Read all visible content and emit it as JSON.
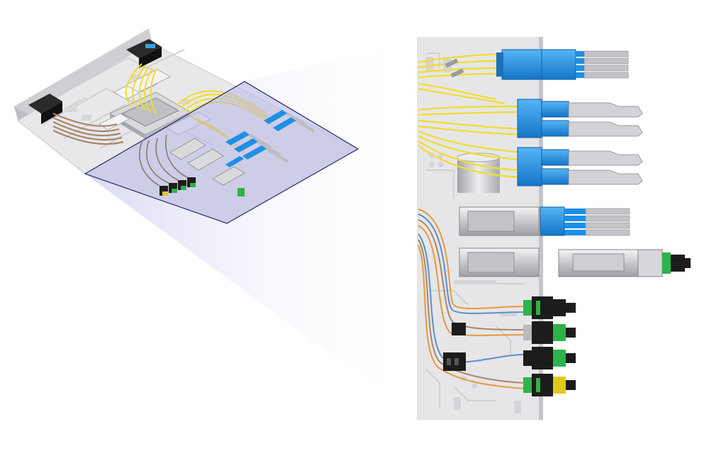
{
  "colors": {
    "background": "#ffffff",
    "board": "#e6e6e8",
    "board_trace": "#d2d2d6",
    "highlight_region": "#b8b8e6",
    "highlight_border": "#2a2a6a",
    "zoom_gradient": "#d0d0f2",
    "fiber_yellow": "#f2e02a",
    "fiber_ribbon_brown": "#a9876a",
    "fiber_ribbon_blue": "#5d8fc7",
    "connector_blue": "#1e8fe6",
    "connector_black": "#1c1c1c",
    "connector_green": "#2db34a",
    "connector_yellow": "#e0c81e",
    "metal_silver": "#c9cacd",
    "boot_gray": "#b4b4b8"
  },
  "icons": [
    "circuit-board",
    "optical-chip",
    "ribbon-connector",
    "lc-duplex-connector",
    "sfp-transceiver",
    "mpo-connector",
    "fiber-breakout"
  ]
}
